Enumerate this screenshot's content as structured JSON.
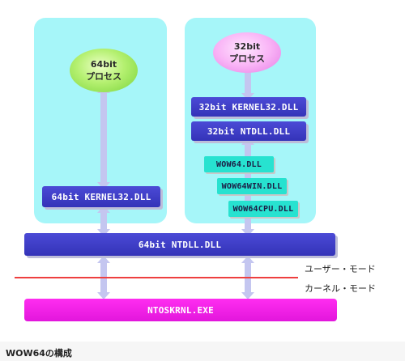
{
  "process_64": {
    "line1": "64bit",
    "line2": "プロセス"
  },
  "process_32": {
    "line1": "32bit",
    "line2": "プロセス"
  },
  "modules": {
    "kernel32_64": "64bit KERNEL32.DLL",
    "kernel32_32": "32bit KERNEL32.DLL",
    "ntdll_32": "32bit NTDLL.DLL",
    "wow64": "WOW64.DLL",
    "wow64win": "WOW64WIN.DLL",
    "wow64cpu": "WOW64CPU.DLL",
    "ntdll_64": "64bit NTDLL.DLL",
    "ntoskrnl": "NTOSKRNL.EXE"
  },
  "modes": {
    "user": "ユーザー・モード",
    "kernel": "カーネル・モード"
  },
  "caption": "WOW64の構成",
  "colors": {
    "panel": "#a6f6f9",
    "module_blue": "#3c3bc6",
    "module_cyan": "#27e2d0",
    "kernel_magenta": "#f020e6",
    "boundary_line": "#ee3f3f",
    "arrow": "#c4c6f0"
  }
}
